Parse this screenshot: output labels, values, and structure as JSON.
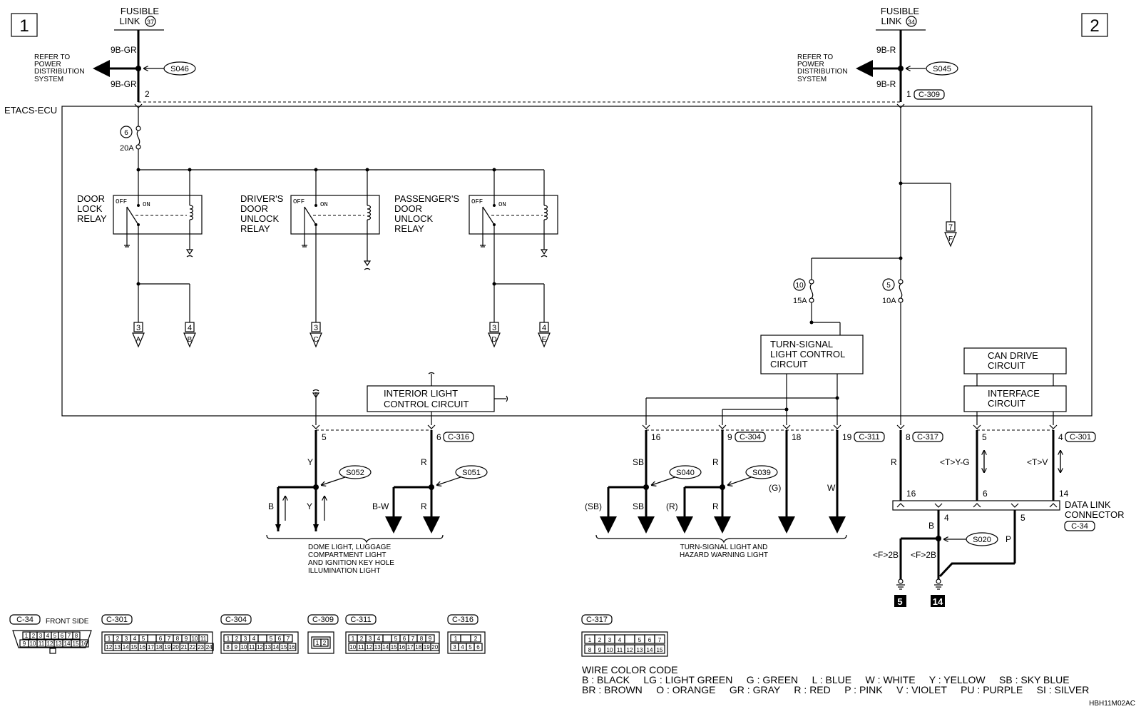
{
  "page_markers": {
    "left": "1",
    "right": "2"
  },
  "ecu_label": "ETACS-ECU",
  "fusible_links": [
    {
      "label_line1": "FUSIBLE",
      "label_line2": "LINK",
      "number": "37",
      "wire_top": "9B-GR",
      "wire_bottom": "9B-GR",
      "pin": "2",
      "splice": "S046",
      "refer_line1": "REFER TO",
      "refer_line2": "POWER",
      "refer_line3": "DISTRIBUTION",
      "refer_line4": "SYSTEM"
    },
    {
      "label_line1": "FUSIBLE",
      "label_line2": "LINK",
      "number": "34",
      "wire_top": "9B-R",
      "wire_bottom": "9B-R",
      "pin": "1",
      "connector": "C-309",
      "splice": "S045",
      "refer_line1": "REFER TO",
      "refer_line2": "POWER",
      "refer_line3": "DISTRIBUTION",
      "refer_line4": "SYSTEM"
    }
  ],
  "fuses": [
    {
      "number": "6",
      "rating": "20A"
    },
    {
      "number": "10",
      "rating": "15A"
    },
    {
      "number": "5",
      "rating": "10A"
    }
  ],
  "relays": [
    {
      "line1": "DOOR",
      "line2": "LOCK",
      "line3": "RELAY",
      "line4": "",
      "off": "OFF",
      "on": "ON"
    },
    {
      "line1": "DRIVER'S",
      "line2": "DOOR",
      "line3": "UNLOCK",
      "line4": "RELAY",
      "off": "OFF",
      "on": "ON"
    },
    {
      "line1": "PASSENGER'S",
      "line2": "DOOR",
      "line3": "UNLOCK",
      "line4": "RELAY",
      "off": "OFF",
      "on": "ON"
    }
  ],
  "offpage": [
    {
      "page": "3",
      "letter": "A"
    },
    {
      "page": "4",
      "letter": "B"
    },
    {
      "page": "3",
      "letter": "C"
    },
    {
      "page": "3",
      "letter": "D"
    },
    {
      "page": "4",
      "letter": "E"
    },
    {
      "page": "7",
      "letter": "F"
    }
  ],
  "circuits": {
    "interior": {
      "line1": "INTERIOR LIGHT",
      "line2": "CONTROL CIRCUIT"
    },
    "turn": {
      "line1": "TURN-SIGNAL",
      "line2": "LIGHT CONTROL",
      "line3": "CIRCUIT"
    },
    "can": {
      "line1": "CAN DRIVE",
      "line2": "CIRCUIT"
    },
    "interface": {
      "line1": "INTERFACE",
      "line2": "CIRCUIT"
    }
  },
  "pins": {
    "p5": "5",
    "p6": "6",
    "c316": "C-316",
    "p16": "16",
    "p9": "9",
    "c304": "C-304",
    "p18": "18",
    "p19": "19",
    "c311": "C-311",
    "p8": "8",
    "c317": "C-317",
    "p5b": "5",
    "p4": "4",
    "c301": "C-301"
  },
  "wires": {
    "y": "Y",
    "r": "R",
    "b": "B",
    "y2": "Y",
    "bw": "B-W",
    "r2": "R",
    "sb": "SB",
    "sb2": "SB",
    "sb_paren": "(SB)",
    "r3": "R",
    "r4": "R",
    "r_paren": "(R)",
    "g_paren": "(G)",
    "w": "W",
    "r5": "R",
    "tyg": "<T>Y-G",
    "tv": "<T>V",
    "b2": "B",
    "fb1": "<F>2B",
    "fb2": "<F>2B",
    "p": "P"
  },
  "splices": {
    "s052": "S052",
    "s051": "S051",
    "s040": "S040",
    "s039": "S039",
    "s020": "S020"
  },
  "dlc": {
    "pin16": "16",
    "pin6": "6",
    "pin14": "14",
    "pin4": "4",
    "pin5": "5",
    "label_line1": "DATA LINK",
    "label_line2": "CONNECTOR",
    "connector": "C-34"
  },
  "grounds": {
    "g5": "5",
    "g14": "14"
  },
  "group_labels": {
    "dome": [
      "DOME LIGHT, LUGGAGE",
      "COMPARTMENT LIGHT",
      "AND IGNITION KEY HOLE",
      "ILLUMINATION LIGHT"
    ],
    "turn": [
      "TURN-SIGNAL LIGHT AND",
      "HAZARD WARNING LIGHT"
    ]
  },
  "connectors_legend": {
    "c34": {
      "id": "C-34",
      "note": "FRONT SIDE",
      "row1": [
        "1",
        "2",
        "3",
        "4",
        "5",
        "6",
        "7",
        "8"
      ],
      "row2": [
        "9",
        "10",
        "11",
        "12",
        "13",
        "14",
        "15",
        "16"
      ]
    },
    "c301": {
      "id": "C-301",
      "row1": [
        "1",
        "2",
        "3",
        "4",
        "5",
        "",
        "6",
        "7",
        "8",
        "9",
        "10",
        "11"
      ],
      "row2": [
        "12",
        "13",
        "14",
        "15",
        "16",
        "17",
        "18",
        "19",
        "20",
        "21",
        "22",
        "23",
        "24"
      ]
    },
    "c304": {
      "id": "C-304",
      "row1": [
        "1",
        "2",
        "3",
        "4",
        "",
        "5",
        "6",
        "7"
      ],
      "row2": [
        "8",
        "9",
        "10",
        "11",
        "12",
        "13",
        "14",
        "15",
        "16"
      ]
    },
    "c309": {
      "id": "C-309",
      "row1": [
        "1",
        "2"
      ]
    },
    "c311": {
      "id": "C-311",
      "row1": [
        "1",
        "2",
        "3",
        "4",
        "",
        "5",
        "6",
        "7",
        "8",
        "9"
      ],
      "row2": [
        "10",
        "11",
        "12",
        "13",
        "14",
        "15",
        "16",
        "17",
        "18",
        "19",
        "20"
      ]
    },
    "c316": {
      "id": "C-316",
      "row1": [
        "1",
        "",
        "2"
      ],
      "row2": [
        "3",
        "4",
        "5",
        "6"
      ]
    },
    "c317": {
      "id": "C-317",
      "row1": [
        "1",
        "2",
        "3",
        "4",
        "",
        "5",
        "6",
        "7"
      ],
      "row2": [
        "8",
        "9",
        "10",
        "11",
        "12",
        "13",
        "14",
        "15"
      ]
    }
  },
  "wire_color_code": {
    "title": "WIRE COLOR CODE",
    "line1": "B : BLACK     LG : LIGHT GREEN     G : GREEN     L : BLUE     W : WHITE     Y : YELLOW     SB : SKY BLUE",
    "line2": "BR : BROWN     O : ORANGE     GR : GRAY     R : RED     P : PINK     V : VIOLET     PU : PURPLE     SI : SILVER"
  },
  "figure_id": "HBH11M02AC"
}
